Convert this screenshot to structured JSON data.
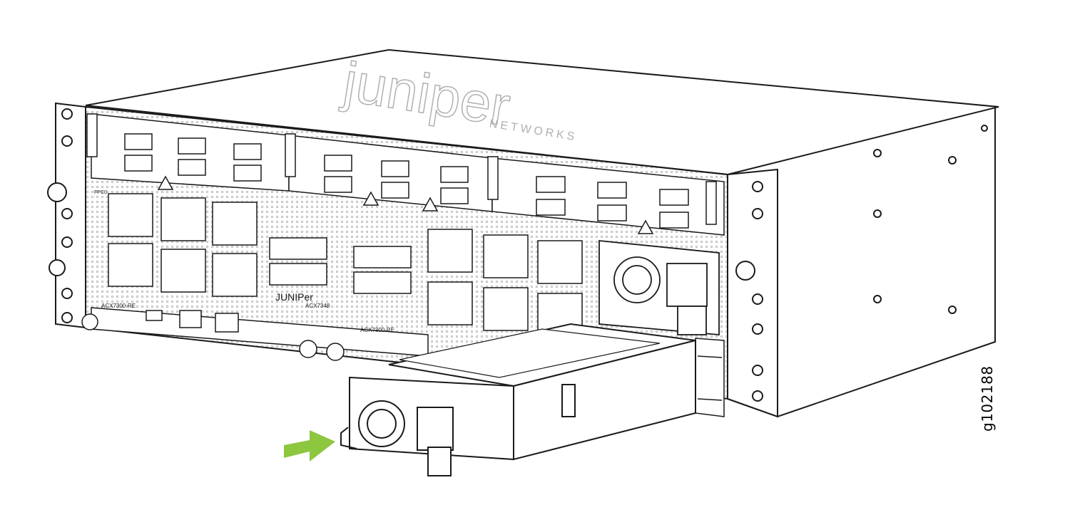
{
  "figure": {
    "id": "g102188",
    "brand": "juniper",
    "brand_sub": "NETWORKS",
    "front_logo": "JUNIPer",
    "model": "ACX7348",
    "re_label_1": "ACX7300-RE",
    "re_label_2": "ACX7300-RE",
    "fpc0": "FPC0",
    "arrow_color": "#8dc63f",
    "line_color": "#1a1a1a"
  }
}
